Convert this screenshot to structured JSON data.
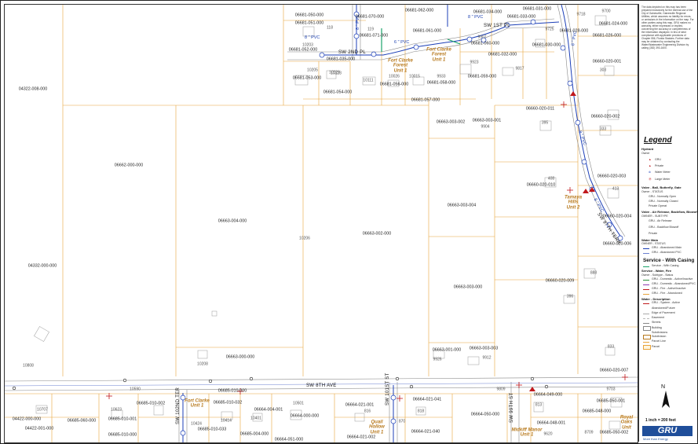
{
  "map": {
    "streets": {
      "sw_8th_ave": "SW 8TH AVE",
      "sw_2nd_pl": "SW 2ND PL",
      "sw_1st_pl": "SW 1ST PL",
      "sw_101st_st": "SW 101ST ST",
      "sw_99th_st": "SW 99TH ST",
      "sw_97th_terr": "SW 97TH TERR",
      "sw_102nd_ter": "SW 102ND TER"
    },
    "pipes": [
      {
        "id": "p1",
        "label": "8 \" PVC"
      },
      {
        "id": "p2",
        "label": "6 \" PVC"
      },
      {
        "id": "p3",
        "label": "8 \" PVC"
      },
      {
        "id": "p4",
        "label": "8 \" PVC"
      },
      {
        "id": "p5",
        "label": "8 \" PVC"
      },
      {
        "id": "p6",
        "label": "8 \" PVC"
      },
      {
        "id": "p7",
        "label": "8 \" PVC"
      }
    ],
    "subdivisions": [
      {
        "id": "s1",
        "label": "Fort Clarke\nForest\nUnit 1"
      },
      {
        "id": "s2",
        "label": "Fort Clarke\nForest\nUnit 1"
      },
      {
        "id": "s3",
        "label": "Tamaya\nHills\nUnit 2"
      },
      {
        "id": "s4",
        "label": "Fort Clarke\nUnit 1"
      },
      {
        "id": "s5",
        "label": "Quail\nHollow\nUnit 1"
      },
      {
        "id": "s6",
        "label": "Midkiff Manor\nUnit 1"
      },
      {
        "id": "s7",
        "label": "Royal\nOaks\nUnit"
      }
    ],
    "parcels": [
      "06681-050-000",
      "06681-051-000",
      "06681-070-000",
      "06681-062-000",
      "06681-034-000",
      "06681-031-000",
      "06681-033-000",
      "06681-071-000",
      "06681-052-000",
      "06681-035-000",
      "06681-061-000",
      "06681-060-000",
      "06681-032-000",
      "06681-030-000",
      "06681-028-000",
      "06681-024-000",
      "06681-026-000",
      "06681-053-000",
      "06681-056-000",
      "06681-058-000",
      "06681-059-000",
      "06681-054-000",
      "06681-057-000",
      "06660-020-001",
      "06663-003-002",
      "06663-003-001",
      "06660-020-011",
      "06660-020-002",
      "04322-008-000",
      "06662-000-000",
      "06660-020-003",
      "06660-020-010",
      "06663-003-004",
      "06660-020-004",
      "06663-004-000",
      "06663-002-000",
      "06660-020-006",
      "04332-000-000",
      "06663-003-000",
      "06660-020-009",
      "06663-001-000",
      "06663-003-003",
      "06663-000-000",
      "06660-020-007",
      "06685-010-000",
      "06664-021-041",
      "06664-049-000",
      "06685-010-032",
      "06685-050-001",
      "06685-010-002",
      "06664-004-001",
      "06664-021-001",
      "04422-000-000",
      "06685-060-000",
      "06664-000-000",
      "06664-050-000",
      "06685-048-000",
      "04422-001-000",
      "06685-010-001",
      "06685-010-033",
      "06685-004-000",
      "06664-051-000",
      "06664-021-002",
      "06664-021-040",
      "06664-048-001",
      "06685-050-002",
      "06685-010-000"
    ],
    "addresses": [
      "118",
      "119",
      "9718",
      "9700",
      "9725",
      "10203",
      "10129",
      "10205",
      "10123",
      "10111",
      "10026",
      "10015",
      "9933",
      "9923",
      "9907",
      "9817",
      "303",
      "395",
      "333",
      "9904",
      "408",
      "413",
      "10206",
      "888",
      "396",
      "10808",
      "10208",
      "833",
      "9926",
      "9912",
      "10590",
      "9703",
      "10707",
      "10623",
      "10424",
      "10414",
      "10401",
      "10501",
      "816",
      "813",
      "9809",
      "870",
      "818",
      "9620",
      "8709"
    ]
  },
  "panel": {
    "disclaimer": "The data depicted on this map has been prepared exclusively for the internal use of the City of Gainesville, Gainesville Regional Utilities, which assumes no liability for errors, or omissions in the information on the map. For other parties using this map, GRU makes no warranty, either expressed or implied, concerning the accuracy or completeness of the information displayed. In lieu of strict compliance with applicable provisions of Chapter 556, Florida Statutes. Further data may be obtained by contacting the Water/Wastewater Engineering Division by calling (352) 393-1600.",
    "legend_title": "Legend",
    "legend": {
      "hydrant_head": "Hydrant",
      "owner": "Owner",
      "gru": "GRU",
      "private": "Private",
      "water_meter": "Water Meter",
      "large_meter": "Large Meter",
      "valve_head": "Valve - Ball, Butterfly, Gate",
      "valve_owner": "Owner - STATUS",
      "v1": "GRU - Normally Open",
      "v2": "GRU - Normally Closed",
      "v3": "Private Operat",
      "valve2_head": "Valve - Air Release, Backflow, Blowoff",
      "valve2_owner": "OWNER - SUBTYPE",
      "v4": "GRU - Air Release",
      "v5": "GRU - Backflow Blowoff",
      "v6": "Private",
      "main_head": "Water Main",
      "main_owner": "OWNER - STATUS",
      "m1": "GRU - Abandoned Main",
      "m2": "GRU - Abandoned PVC",
      "svc_title": "Service - With Casing",
      "svc_a": "Service - With Casing",
      "svc_b": "Service - Water, Fire",
      "svc_head2": "Owner - Subtype - Status",
      "s1": "GRU - Domestic - Active/Inactive",
      "s2": "GRU - Domestic - Abandoned/PVC",
      "s3": "GRU - Fire - Active/Inactive",
      "s4": "GRU - Fire - Abandoned",
      "casing_head": "Water - Description",
      "c1": "GRU - System - Active",
      "c2": "Abandoned/Future",
      "f1": "Edge of Pavement",
      "f2": "Easement",
      "f3": "Streets",
      "f4": "Building",
      "f5": "Subdivisions",
      "f6": "Subdivision",
      "f7": "Parcel Line",
      "f8": "Parcel"
    },
    "north": "N",
    "scale": "1 inch = 200 feet",
    "logo": "GRU",
    "tagline": "More than Energy"
  }
}
